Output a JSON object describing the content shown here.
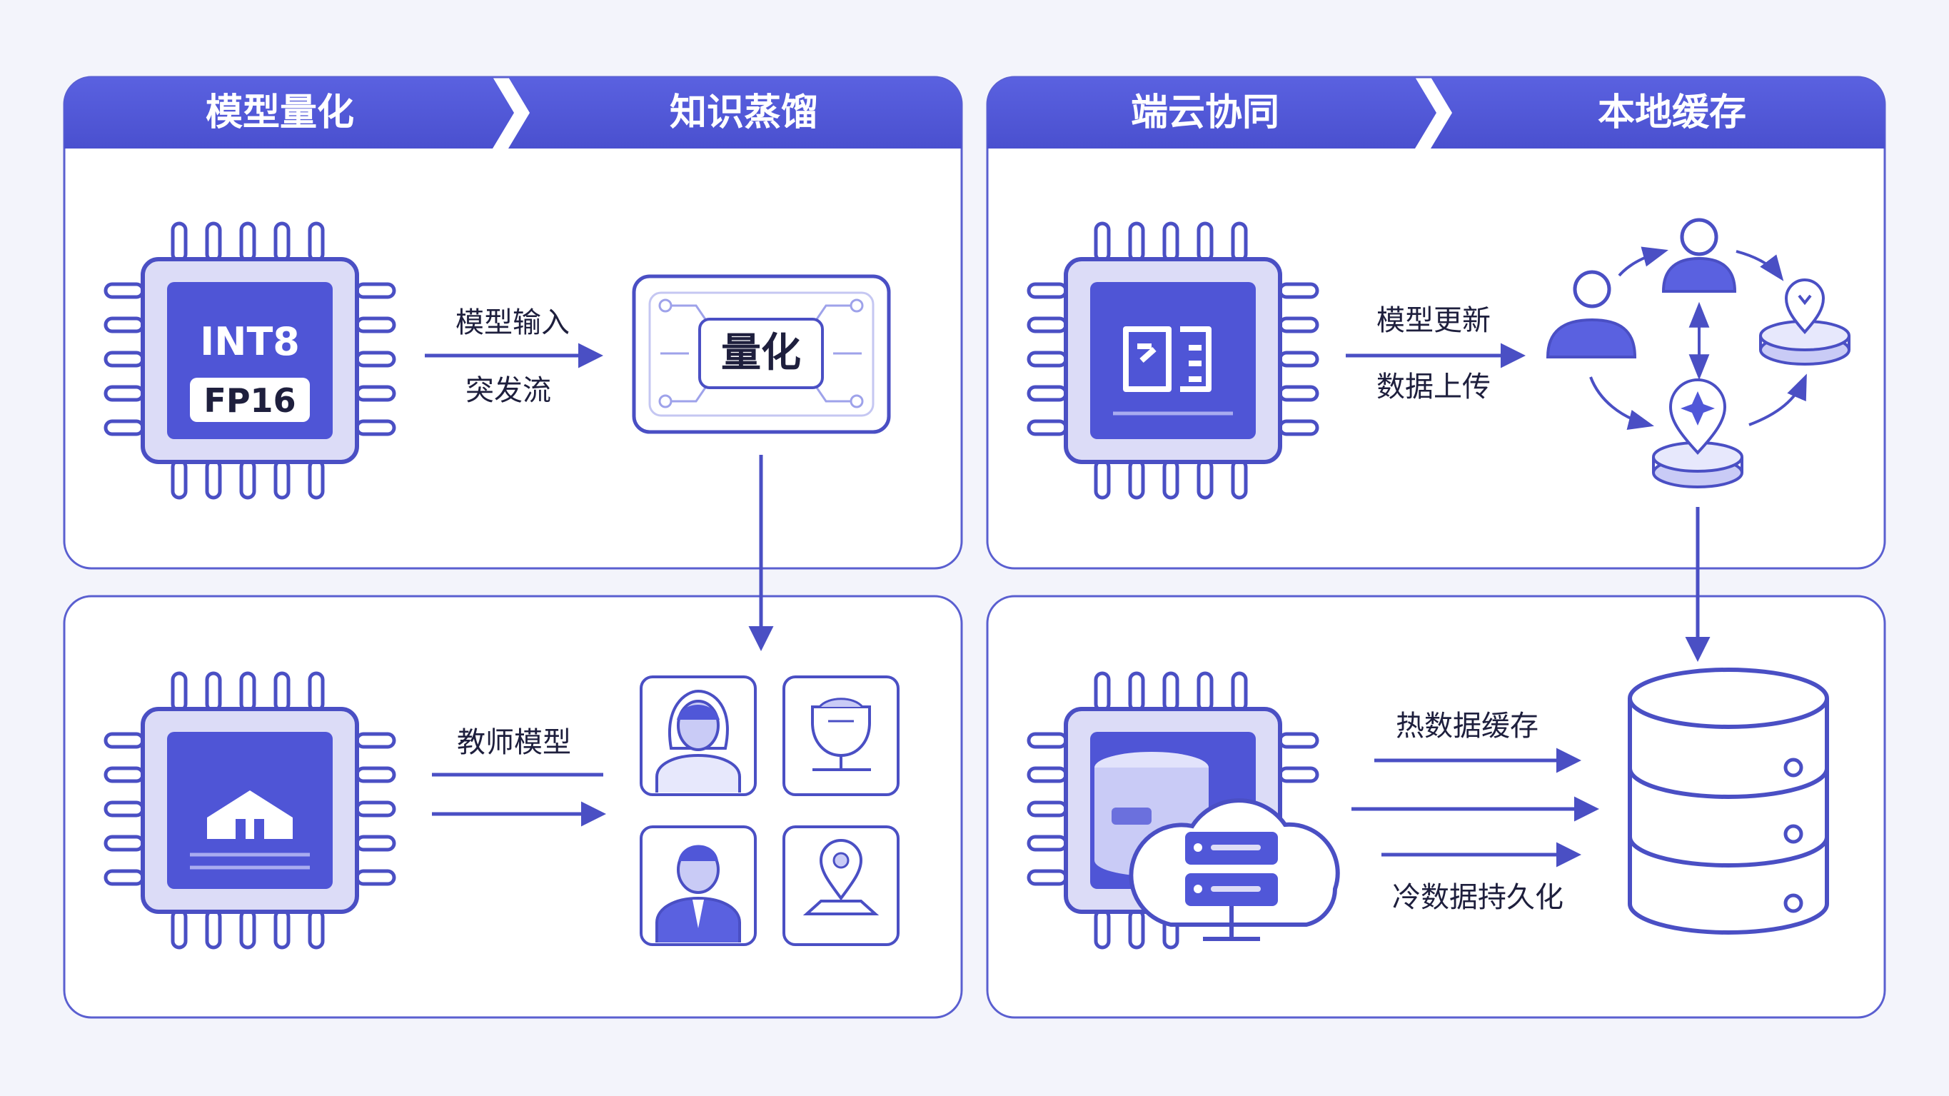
{
  "headers": {
    "left": [
      "模型量化",
      "知识蒸馏"
    ],
    "right": [
      "端云协同",
      "本地缓存"
    ]
  },
  "quantization": {
    "chip_top": "INT8",
    "chip_bottom": "FP16",
    "arrow_label_top": "模型输入",
    "arrow_label_bottom": "突发流",
    "box_label": "量化"
  },
  "distillation": {
    "arrow_label": "教师模型"
  },
  "collab": {
    "arrow_label_top": "模型更新",
    "arrow_label_bottom": "数据上传"
  },
  "cache": {
    "label_hot": "热数据缓存",
    "label_cold": "冷数据持久化"
  },
  "colors": {
    "accent": "#5057d8",
    "accent_dark": "#3d41b8",
    "stroke": "#4a4fc4",
    "panel_bg": "#ffffff",
    "chip_fill": "#dcdcf7"
  },
  "icons": [
    "chip-icon",
    "quantize-box-icon",
    "user-network-icon",
    "database-icon",
    "cloud-server-icon",
    "woman-avatar-icon",
    "man-avatar-icon",
    "bowl-icon",
    "location-pin-icon"
  ]
}
